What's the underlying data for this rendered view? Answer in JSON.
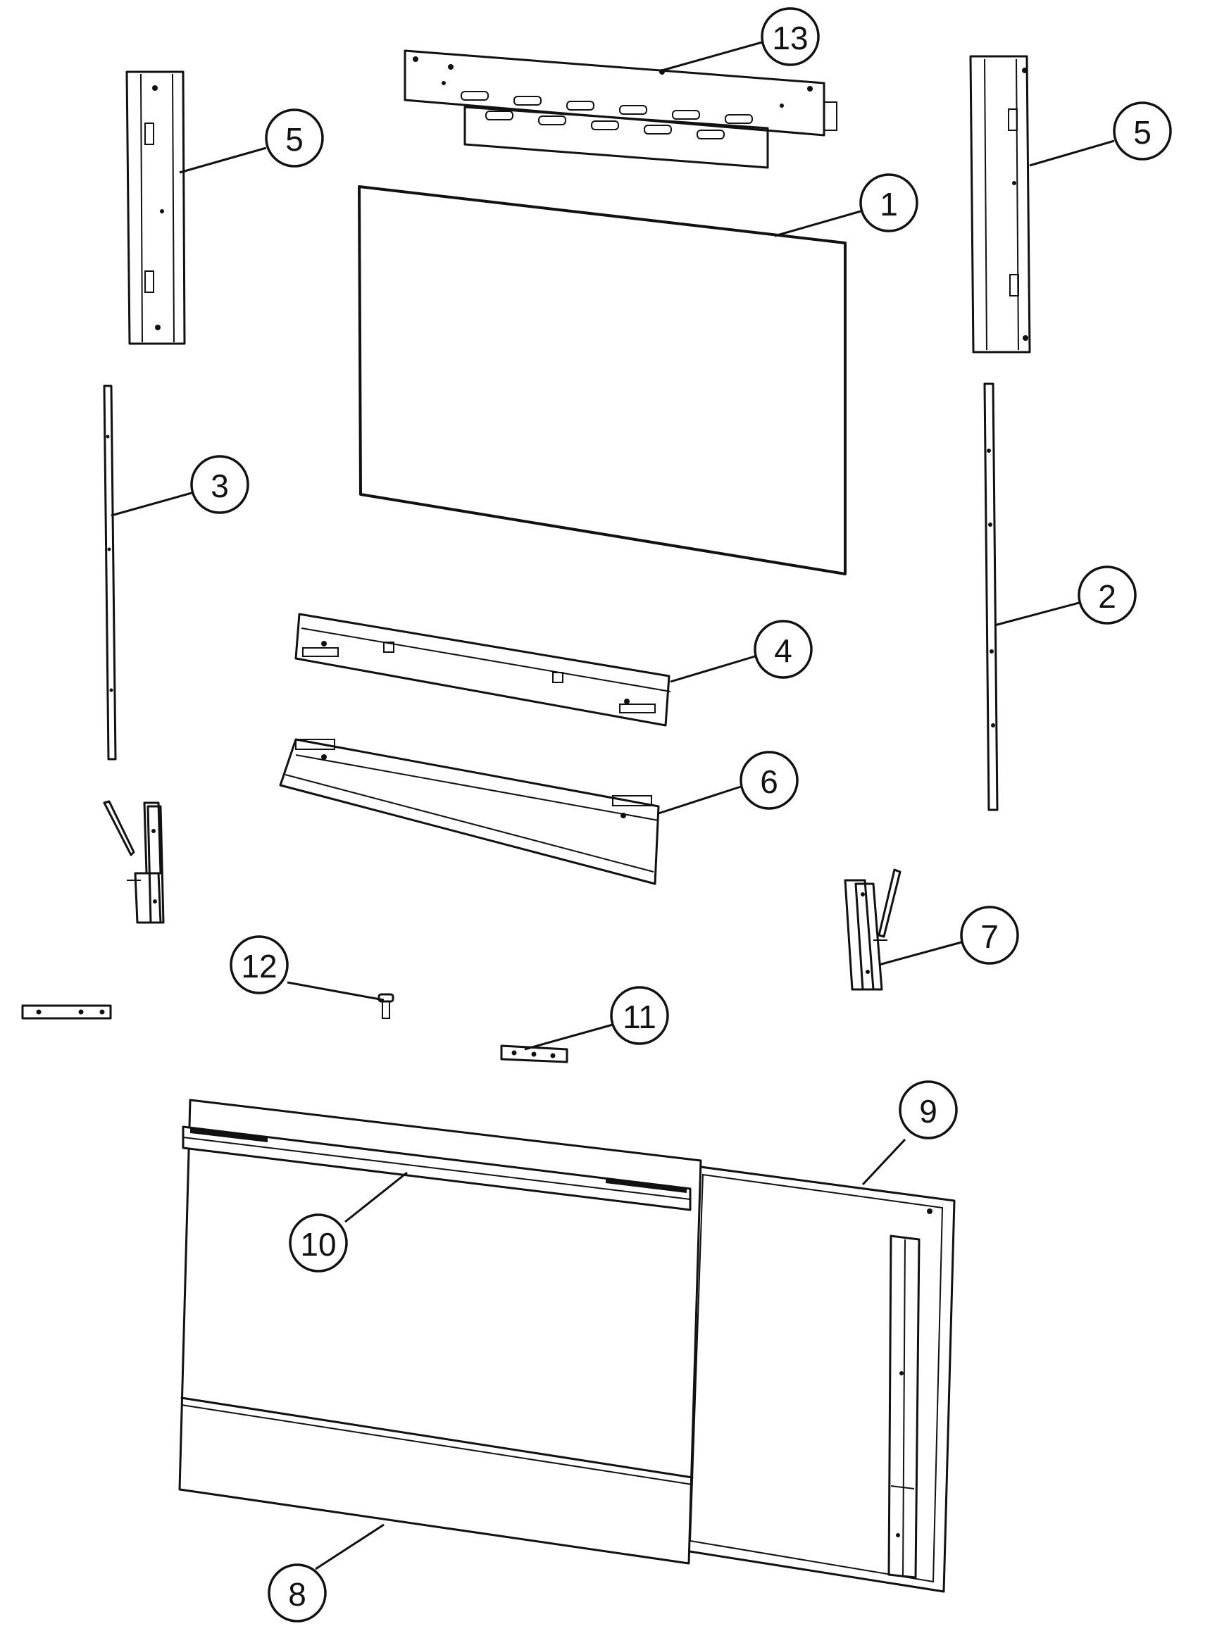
{
  "diagram": {
    "callouts": [
      {
        "key": "c13",
        "label": "13"
      },
      {
        "key": "c5l",
        "label": "5"
      },
      {
        "key": "c5r",
        "label": "5"
      },
      {
        "key": "c1",
        "label": "1"
      },
      {
        "key": "c3",
        "label": "3"
      },
      {
        "key": "c2",
        "label": "2"
      },
      {
        "key": "c4",
        "label": "4"
      },
      {
        "key": "c6",
        "label": "6"
      },
      {
        "key": "c7",
        "label": "7"
      },
      {
        "key": "c12",
        "label": "12"
      },
      {
        "key": "c11",
        "label": "11"
      },
      {
        "key": "c9",
        "label": "9"
      },
      {
        "key": "c10",
        "label": "10"
      },
      {
        "key": "c8",
        "label": "8"
      }
    ],
    "colors": {
      "ink": "#111111",
      "background": "#ffffff"
    }
  }
}
